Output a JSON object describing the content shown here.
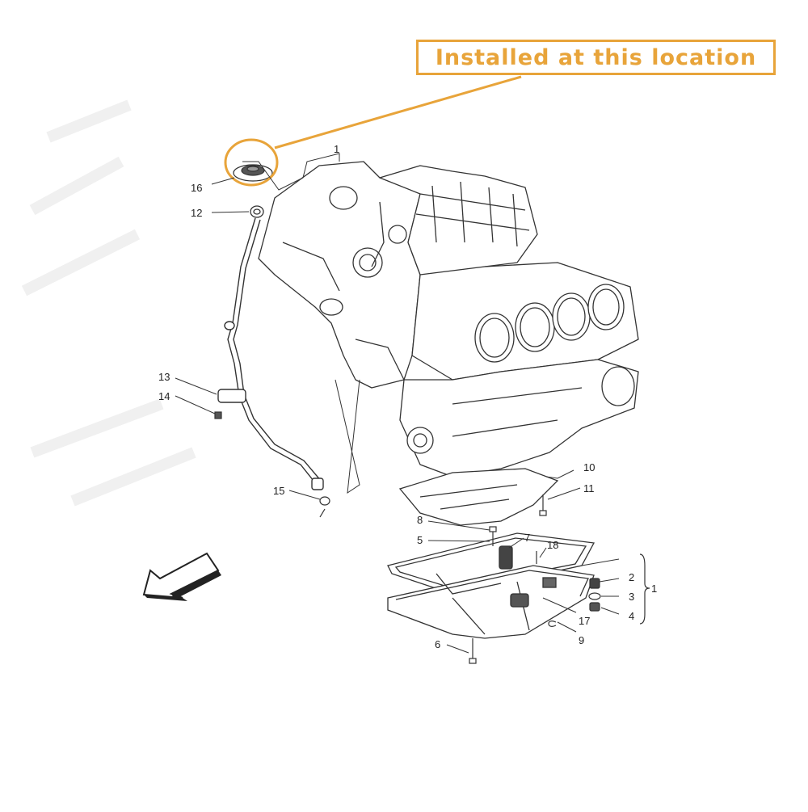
{
  "callout": {
    "text": "Installed at this location",
    "color": "#e8a43a"
  },
  "part_labels": [
    {
      "id": "label-1-top",
      "text": "1"
    },
    {
      "id": "label-16",
      "text": "16"
    },
    {
      "id": "label-12",
      "text": "12"
    },
    {
      "id": "label-13",
      "text": "13"
    },
    {
      "id": "label-14",
      "text": "14"
    },
    {
      "id": "label-15",
      "text": "15"
    },
    {
      "id": "label-10",
      "text": "10"
    },
    {
      "id": "label-11",
      "text": "11"
    },
    {
      "id": "label-8",
      "text": "8"
    },
    {
      "id": "label-5",
      "text": "5"
    },
    {
      "id": "label-7",
      "text": "7"
    },
    {
      "id": "label-18",
      "text": "18"
    },
    {
      "id": "label-2",
      "text": "2"
    },
    {
      "id": "label-3",
      "text": "3"
    },
    {
      "id": "label-4",
      "text": "4"
    },
    {
      "id": "label-1-bracket",
      "text": "1"
    },
    {
      "id": "label-17",
      "text": "17"
    },
    {
      "id": "label-9",
      "text": "9"
    },
    {
      "id": "label-6",
      "text": "6"
    }
  ],
  "icons": [
    "front-direction-arrow-icon",
    "highlight-circle-icon",
    "oil-filler-cap-icon"
  ]
}
